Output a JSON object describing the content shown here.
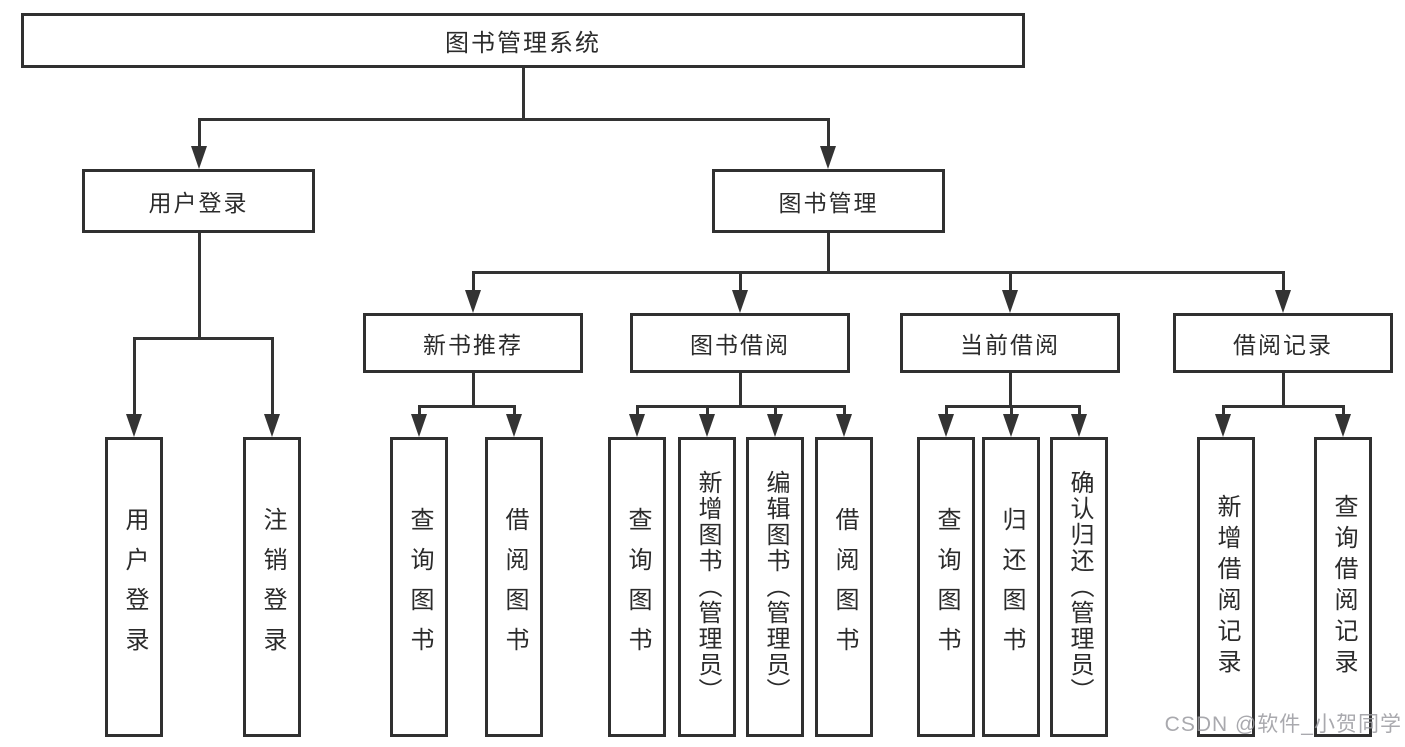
{
  "diagram": {
    "root": {
      "label": "图书管理系统"
    },
    "level2": {
      "user_login": {
        "label": "用户登录"
      },
      "book_management": {
        "label": "图书管理"
      }
    },
    "level3": {
      "new_book_recommend": {
        "label": "新书推荐"
      },
      "book_borrow": {
        "label": "图书借阅"
      },
      "current_borrow": {
        "label": "当前借阅"
      },
      "borrow_record": {
        "label": "借阅记录"
      }
    },
    "leaves": {
      "user_login": [
        "用户登录",
        "注销登录"
      ],
      "new_book_recommend": [
        "查询图书",
        "借阅图书"
      ],
      "book_borrow": [
        "查询图书",
        "新增图书（管理员）",
        "编辑图书（管理员）",
        "借阅图书"
      ],
      "current_borrow": [
        "查询图书",
        "归还图书",
        "确认归还（管理员）"
      ],
      "borrow_record": [
        "新增借阅记录",
        "查询借阅记录"
      ]
    }
  },
  "watermark": {
    "text": "CSDN @软件_小贺同学"
  },
  "colors": {
    "line": "#333333",
    "box_border": "#303030",
    "text": "#2b2b2b",
    "watermark": "#9b9ba0",
    "background": "#ffffff"
  }
}
